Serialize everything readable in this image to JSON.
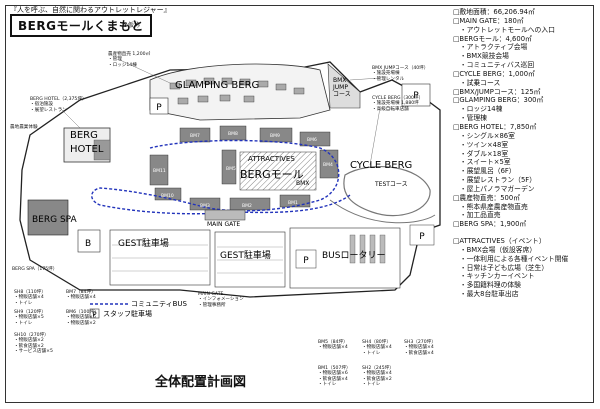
{
  "header": {
    "tagline": "『人を呼ぶ、自然に関わるアウトレットレジャー』",
    "title": "BERGモールくまもと",
    "note": "※仮称"
  },
  "map_labels": {
    "glamping": "GLAMPING BERG",
    "berg_hotel_l1": "BERG",
    "berg_hotel_l2": "HOTEL",
    "attractives": "ATTRACTIVES",
    "berg_mall": "BERGモール",
    "bmx": "BMX",
    "cycle_berg": "CYCLE BERG",
    "test_course": "TESTコース",
    "bmx_jump_l1": "BMX",
    "bmx_jump_l2": "JUMP",
    "bmx_jump_l3": "コース",
    "berg_spa": "BERG SPA",
    "b_label": "B",
    "gest1": "GEST駐車場",
    "gest2": "GEST駐車場",
    "main_gate": "MAIN GATE",
    "bus_rotary": "BUSロータリー",
    "parking_p": "P",
    "bm7": "BM7",
    "bm8": "BM8",
    "bm9": "BM9",
    "bm6": "BM6",
    "bm5": "BM5",
    "bm4": "BM4",
    "bm3": "BM3",
    "bm2": "BM2",
    "bm1": "BM1",
    "bm10": "BM10",
    "bm11": "BM11"
  },
  "annotations": {
    "a1": [
      "農産物直売 1,200㎡",
      "・管理",
      "・ロッジ14棟"
    ],
    "a2": [
      "BERG HOTEL（2,375坪）",
      "・宿泊施設",
      "・展望レストラン"
    ],
    "a3": [
      "農地農業体験"
    ],
    "a4": [
      "BMX JUMPコース（40坪）",
      "・施設売場棟",
      "・管理レンタル"
    ],
    "a5": [
      "CYCLE BERG（300坪）",
      "・施設売場棟 1,880坪",
      "・高級自転車店舗"
    ],
    "a6": [
      "BERG SPA（175坪）"
    ],
    "a7": [
      "SH8（110坪）",
      "・物販店舗×4",
      "・トイレ"
    ],
    "a8": [
      "BM7（84坪）",
      "・物販店舗×4"
    ],
    "a9": [
      "SH9（120坪）",
      "・物販店舗×5",
      "・トイレ"
    ],
    "a10": [
      "BM6（100坪）",
      "・物販店舗×6",
      "・物販店舗×2"
    ],
    "a11": [
      "SH10（270坪）",
      "・物販店舗×2",
      "・飲食店舗×2",
      "・サービス店舗×5"
    ],
    "a12": [
      "MAIN GATE",
      "・インフォメーション",
      "・管理事務所"
    ],
    "a13": [
      "BM5（84坪）",
      "・物販店舗×4"
    ],
    "a14": [
      "SH4（80坪）",
      "・物販店舗×4",
      "・トイレ"
    ],
    "a15": [
      "SH3（270坪）",
      "・物販店舗×4",
      "・飲食店舗×4"
    ],
    "a16": [
      "BM1（507坪）",
      "・物販店舗×6",
      "・飲食店舗×4",
      "・トイレ"
    ],
    "a17": [
      "SH2（245坪）",
      "・物販店舗×4",
      "・飲食店舗×2",
      "・トイレ"
    ]
  },
  "legend": {
    "bus": "コミュニティBUS",
    "p_icon": "P",
    "staff_parking": "スタッフ駐車場"
  },
  "footer": {
    "title": "全体配置計画図"
  },
  "info": {
    "lines": [
      "□敷地面積：66,206.94㎡",
      "□MAIN GATE：180㎡",
      "　・アウトレットモールへの入口",
      "□BERGモール：4,600㎡",
      "　・アトラクティブ会場",
      "　・BMX競技会場",
      "　・コミュニティバス巡回",
      "□CYCLE BERG：1,000㎡",
      "　・試乗コース",
      "□BMX/JUMPコース：125㎡",
      "□GLAMPING BERG：300㎡",
      "　・ロッジ14棟",
      "　・管理棟",
      "□BERG HOTEL：7,850㎡",
      "　・シングル×86室",
      "　・ツイン×48室",
      "　・ダブル×18室",
      "　・スイート×5室",
      "　・展望風呂（6F）",
      "　・展望レストラン（5F）",
      "　・屋上パノラマガーデン",
      "□農産物直売：500㎡",
      "　・熊本県産農産物直売",
      "　・加工品直売",
      "□BERG SPA：1,900㎡"
    ],
    "lines2": [
      "□ATTRACTIVES（イベント）",
      "　・BMX会場（仮設客席）",
      "　・一体利用による各種イベント開催",
      "　・日常は子ども広場（芝生）",
      "　・キッチンカーイベント",
      "　・多国籍料理の体験",
      "　・最大8台駐車出店"
    ]
  }
}
